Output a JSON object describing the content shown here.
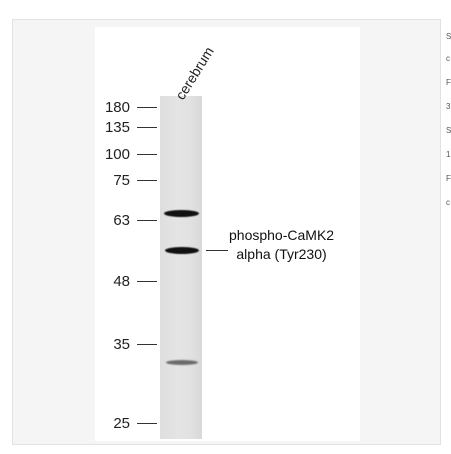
{
  "sample": {
    "lane_label": "cerebrum"
  },
  "ladder": {
    "unit": "",
    "markers": [
      "180",
      "135",
      "100",
      "75",
      "63",
      "48",
      "35",
      "25"
    ]
  },
  "target": {
    "line1": "phospho-CaMK2",
    "line2": "alpha (Tyr230)"
  },
  "side_fragments": [
    "S",
    "c",
    "F",
    "3",
    "S",
    "1",
    "F",
    "c"
  ]
}
